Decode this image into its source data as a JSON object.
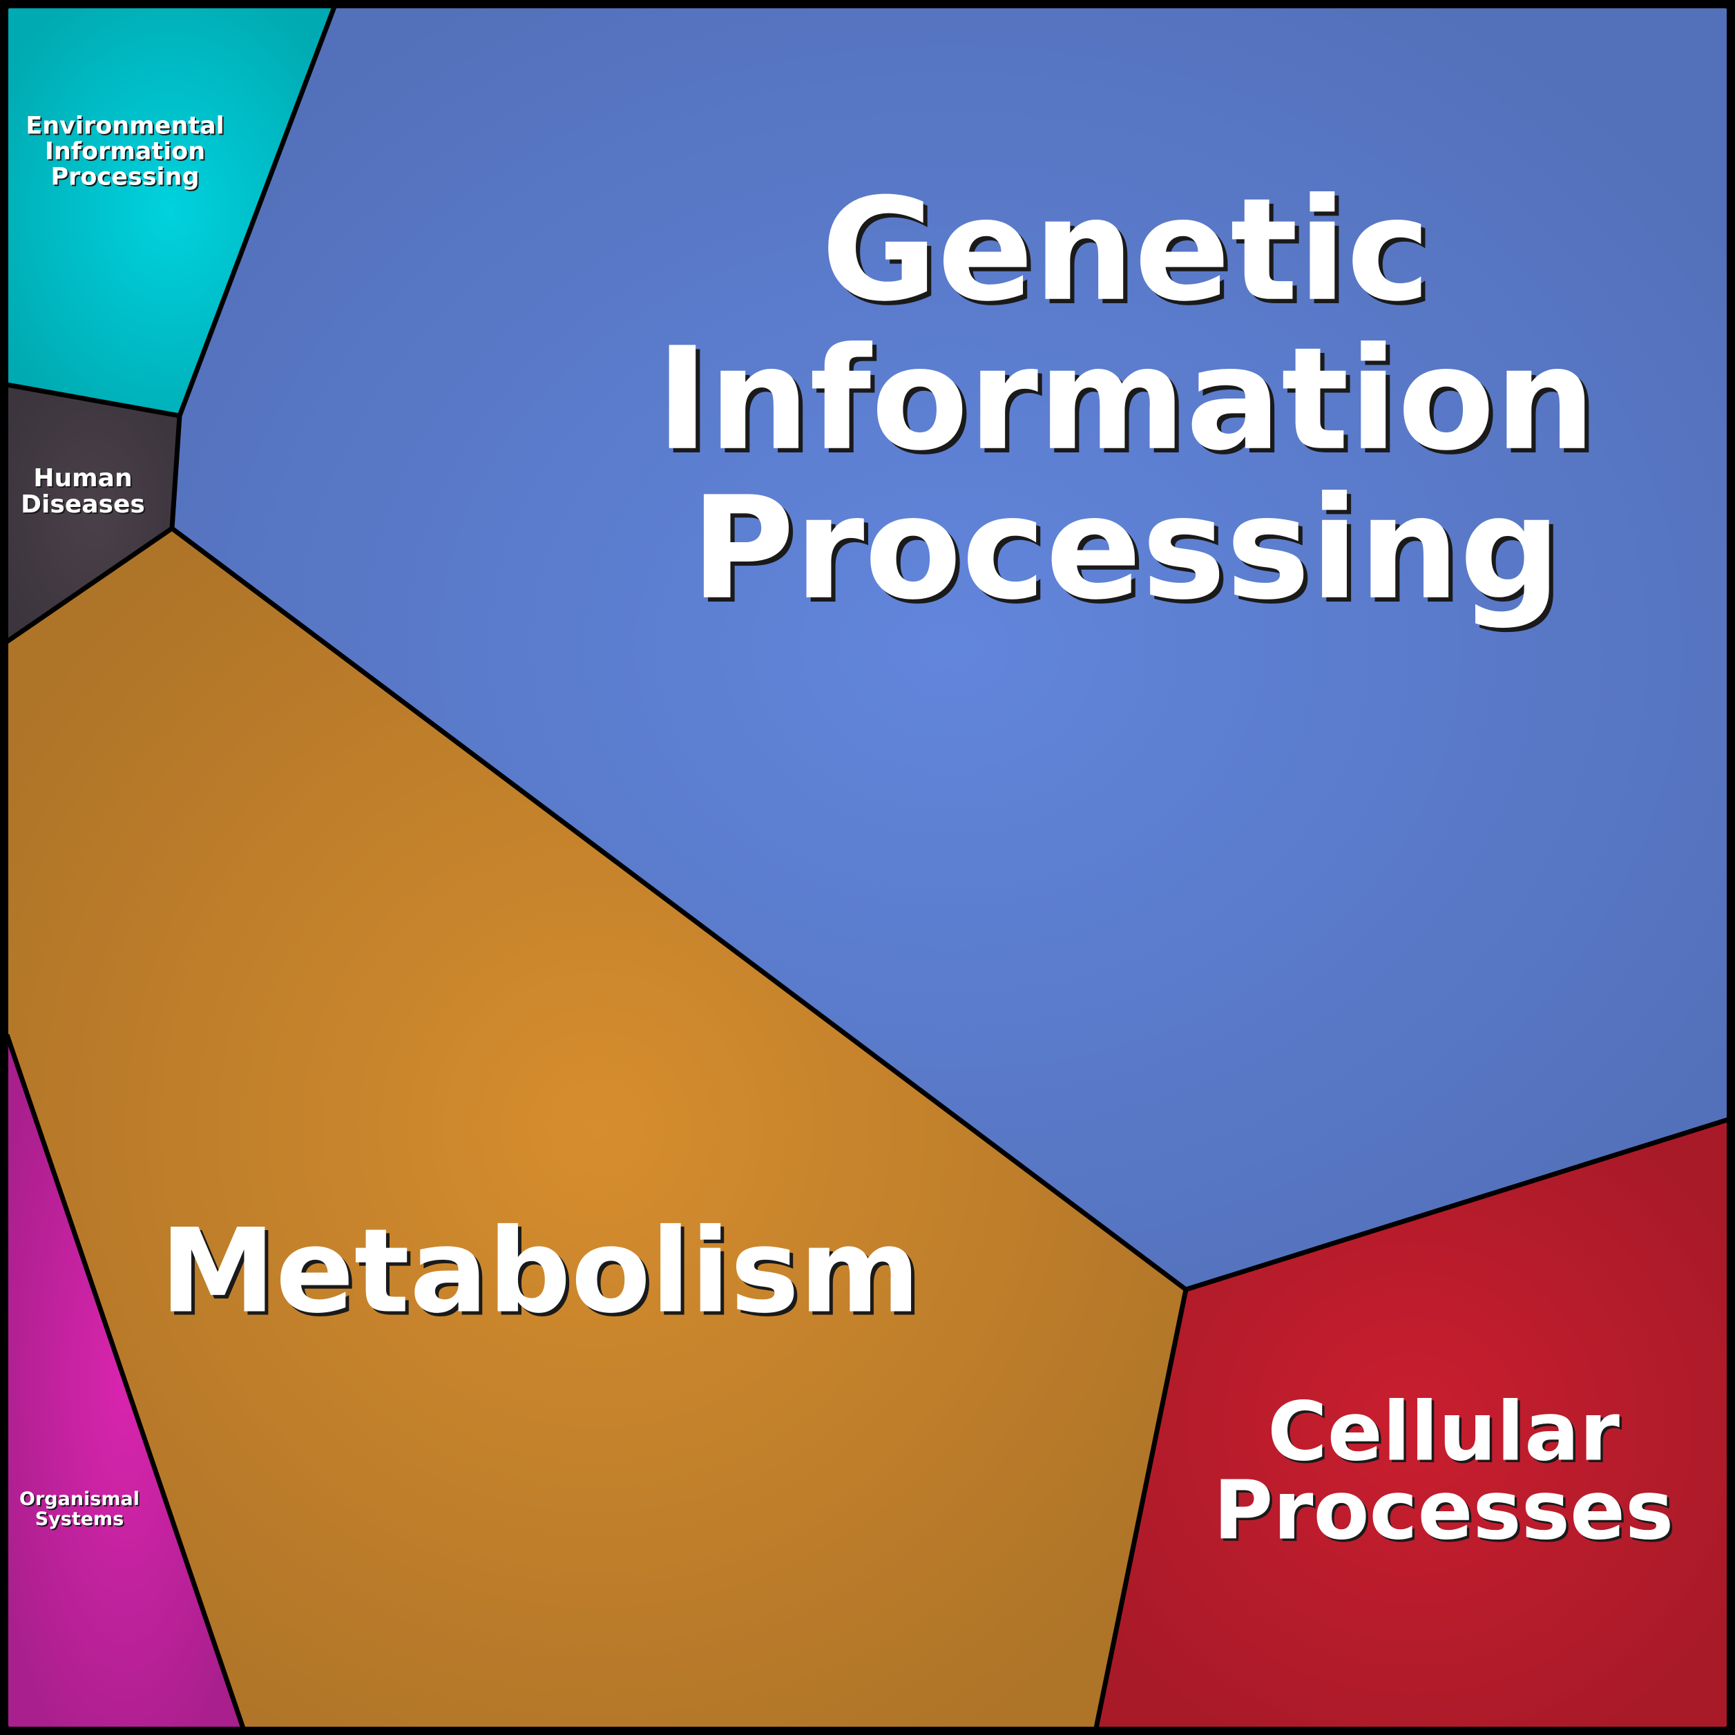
{
  "diagram": {
    "type": "voronoi-treemap",
    "regions": [
      {
        "id": "genetic-information-processing",
        "label_lines": [
          "Genetic",
          "Information",
          "Processing"
        ],
        "color_center": "#6286DC",
        "color_edge": "#5370BA"
      },
      {
        "id": "metabolism",
        "label_lines": [
          "Metabolism"
        ],
        "color_center": "#D68D2E",
        "color_edge": "#AE7428"
      },
      {
        "id": "cellular-processes",
        "label_lines": [
          "Cellular",
          "Processes"
        ],
        "color_center": "#C91E2F",
        "color_edge": "#A81A28"
      },
      {
        "id": "environmental-information-processing",
        "label_lines": [
          "Environmental",
          "Information",
          "Processing"
        ],
        "color_center": "#00D2DE",
        "color_edge": "#00AAB2"
      },
      {
        "id": "human-diseases",
        "label_lines": [
          "Human",
          "Diseases"
        ],
        "color_center": "#4A4049",
        "color_edge": "#3C353D"
      },
      {
        "id": "organismal-systems",
        "label_lines": [
          "Organismal",
          "Systems"
        ],
        "color_center": "#D925AE",
        "color_edge": "#A91F8D"
      }
    ]
  }
}
